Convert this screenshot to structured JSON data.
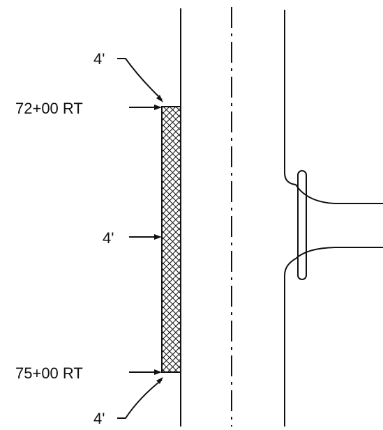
{
  "labels": {
    "top_offset": "4'",
    "start_station": "72+00 RT",
    "width": "4'",
    "end_station": "75+00 RT",
    "bottom_offset": "4'"
  },
  "colors": {
    "line": "#111111",
    "background": "#ffffff"
  }
}
